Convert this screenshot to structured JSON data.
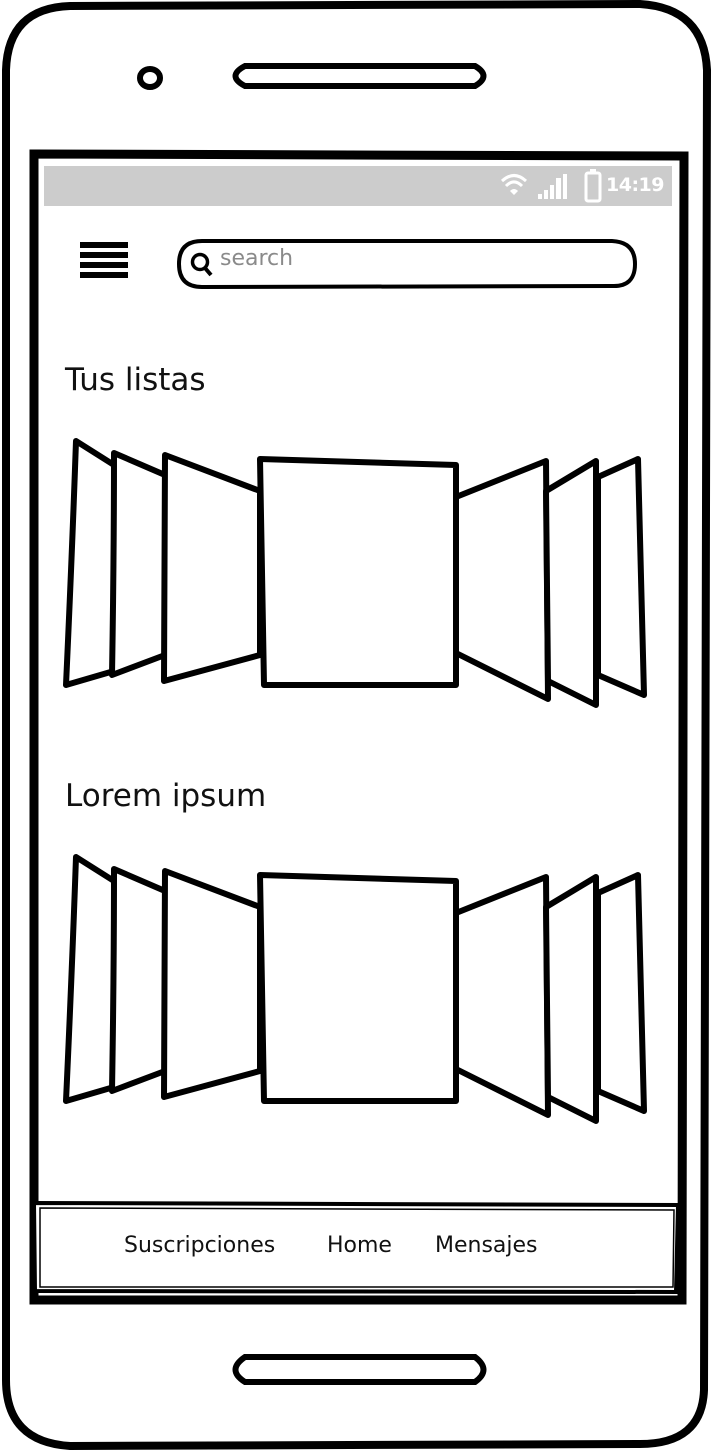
{
  "status_bar": {
    "time": "14:19",
    "icons": [
      "wifi-icon",
      "signal-icon",
      "battery-icon"
    ],
    "background": "#cccccc"
  },
  "header": {
    "menu_icon": "hamburger-menu-icon",
    "search": {
      "icon": "search-icon",
      "placeholder": "search"
    }
  },
  "sections": [
    {
      "title": "Tus listas",
      "carousel_item_count": 7
    },
    {
      "title": "Lorem ipsum",
      "carousel_item_count": 7
    }
  ],
  "bottom_nav": {
    "items": [
      {
        "label": "Suscripciones"
      },
      {
        "label": "Home"
      },
      {
        "label": "Mensajes"
      }
    ]
  }
}
